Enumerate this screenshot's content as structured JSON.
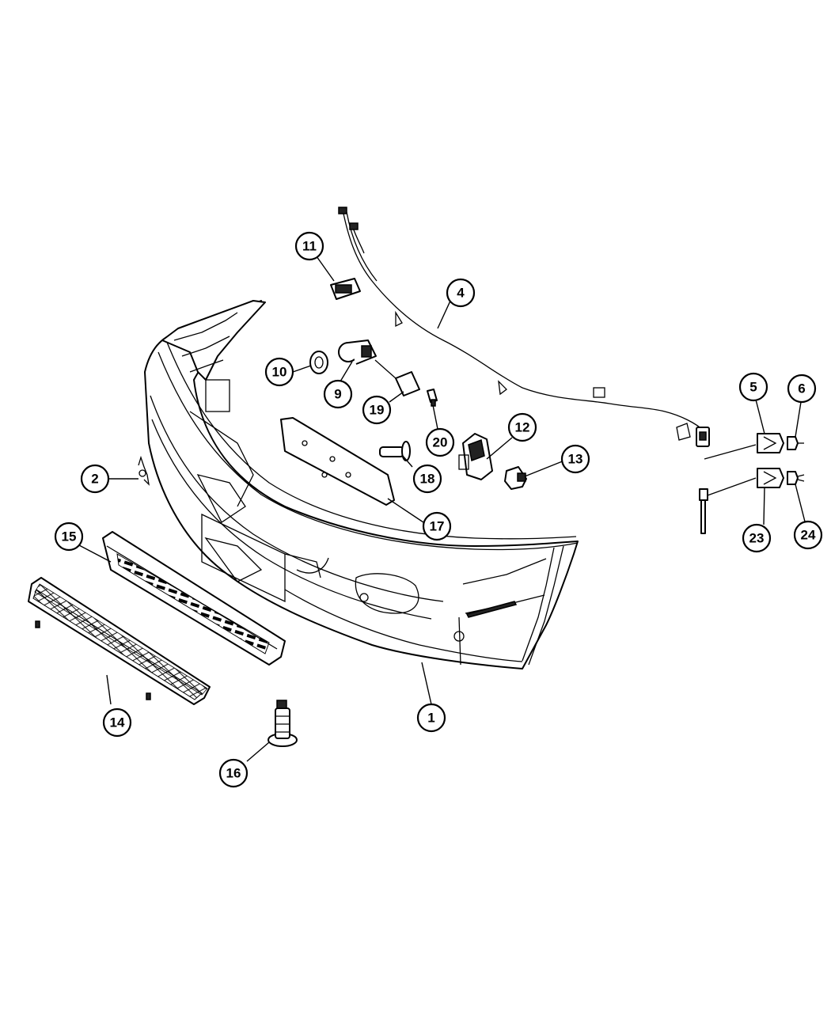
{
  "callouts": {
    "c1": "1",
    "c2": "2",
    "c4": "4",
    "c5": "5",
    "c6": "6",
    "c9": "9",
    "c10": "10",
    "c11": "11",
    "c12": "12",
    "c13": "13",
    "c14": "14",
    "c15": "15",
    "c16": "16",
    "c17": "17",
    "c18": "18",
    "c19": "19",
    "c20": "20",
    "c23": "23",
    "c24": "24"
  }
}
